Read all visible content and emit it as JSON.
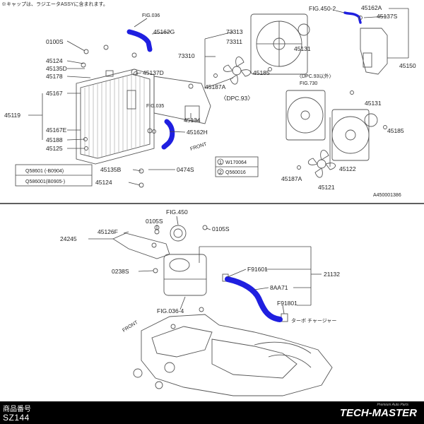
{
  "top": {
    "note": "※キャップは、ラジエータASSYに含まれます。",
    "labels": {
      "fig036": "FIG.036",
      "p45162g": "45162G",
      "p0100s": "0100S",
      "p45124": "45124",
      "p45135d": "45135D",
      "p45178": "45178",
      "p45167": "45167",
      "p45119": "45119",
      "p45167e": "45167E",
      "p45188": "45188",
      "p45125": "45125",
      "p45137d": "45137D",
      "p73313": "73313",
      "p73311": "73311",
      "p73310": "73310",
      "p45131a": "45131",
      "p45185a": "45185",
      "p45187a1": "45187A",
      "dpc93": "〈DPC.93〉",
      "fig4502": "FIG.450-2",
      "p45162a": "45162A",
      "p45137s": "45137S",
      "p45150": "45150",
      "dpc93b": "〈DPC.93以外〉",
      "fig730": "FIG.730",
      "fig035": "FIG.035",
      "p45162h": "45162H",
      "p45134": "45134",
      "front": "FRONT",
      "p45131b": "45131",
      "p45185b": "45185",
      "p45122": "45122",
      "p45187a2": "45187A",
      "p45121": "45121",
      "p45135b": "45135B",
      "p0474s": "0474S",
      "p45124b": "45124",
      "codeRef": "A450001386"
    },
    "legend": {
      "r1": "Q58601 (-B0904)",
      "r2": "Q586001(B0905-)",
      "c1": "W170064",
      "c2": "Q560016",
      "n1": "1",
      "n2": "2"
    }
  },
  "bottom": {
    "labels": {
      "fig450": "FIG.450",
      "p0105s1": "0105S",
      "p0105s2": "0105S",
      "p24245": "24245",
      "p45126f": "45126F",
      "p0238s": "0238S",
      "f91601": "F91601",
      "p8aa71": "8AA71",
      "f91801": "F91801",
      "p21132": "21132",
      "fig0364": "FIG.036-4",
      "turbo": "ターボ チャージャー",
      "front": "FRONT"
    }
  },
  "footer": {
    "title": "商品番号",
    "code": "SZ144",
    "brand": "TECH-MASTER",
    "brand_sub": "Premium Auto Parts"
  },
  "colors": {
    "hose": "#1f1fe0",
    "footer_bg": "#000000"
  }
}
